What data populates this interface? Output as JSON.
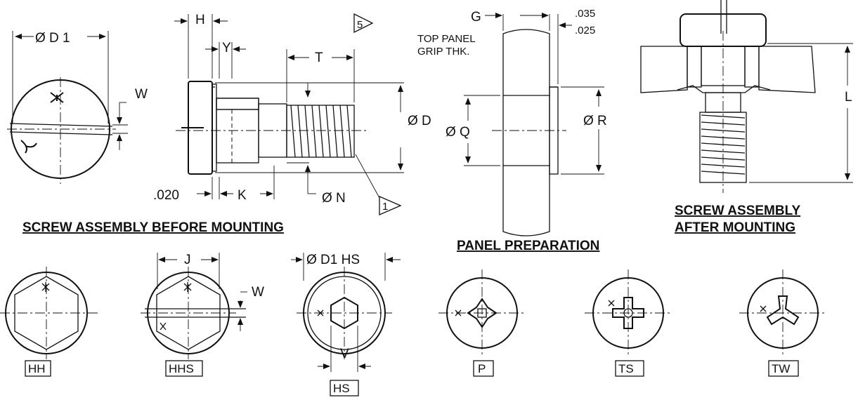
{
  "views": {
    "before_mounting": {
      "caption": "SCREW ASSEMBLY BEFORE MOUNTING",
      "dims": {
        "d1": "Ø D 1",
        "w": "W",
        "h": "H",
        "y": "Y",
        "t": "T",
        "d": "Ø D",
        "n": "Ø N",
        "k": "K",
        "clearance": ".020"
      },
      "note_flags": [
        "5",
        "1"
      ]
    },
    "panel_preparation": {
      "caption": "PANEL PREPARATION",
      "dims": {
        "g": "G",
        "grip_line1": "TOP PANEL",
        "grip_line2": "GRIP THK.",
        "q": "Ø Q",
        "r": "Ø R",
        "tol_max": ".035",
        "tol_min": ".025"
      }
    },
    "after_mounting": {
      "caption_line1": "SCREW ASSEMBLY",
      "caption_line2": "AFTER MOUNTING",
      "dims": {
        "l": "L"
      }
    }
  },
  "head_styles": {
    "hh": {
      "code": "HH"
    },
    "hhs": {
      "code": "HHS",
      "j": "J",
      "w": "W"
    },
    "hs": {
      "code": "HS",
      "d1hs": "Ø D1 HS",
      "v": "V"
    },
    "p": {
      "code": "P"
    },
    "ts": {
      "code": "TS"
    },
    "tw": {
      "code": "TW"
    }
  },
  "colors": {
    "ink": "#111111",
    "paper": "#ffffff"
  }
}
